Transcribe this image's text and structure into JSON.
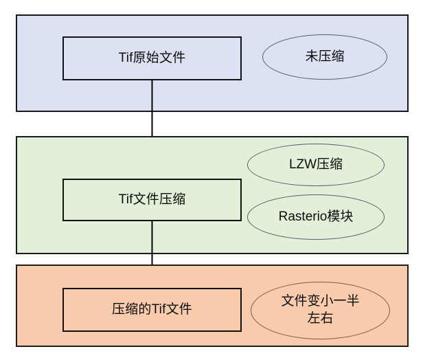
{
  "diagram": {
    "type": "flowchart",
    "orientation": "top-to-bottom",
    "background_color": "#ffffff",
    "groups": [
      {
        "id": "original",
        "fill_color": "#dce2f2",
        "border_color": "#16181d",
        "node": {
          "label": "Tif原始文件",
          "shape": "rectangle"
        },
        "annotations": [
          {
            "label": "未压缩",
            "shape": "ellipse"
          }
        ]
      },
      {
        "id": "compress",
        "fill_color": "#e2efd9",
        "border_color": "#17191c",
        "node": {
          "label": "Tif文件压缩",
          "shape": "rectangle"
        },
        "annotations": [
          {
            "label": "LZW压缩",
            "shape": "ellipse"
          },
          {
            "label": "Rasterio模块",
            "shape": "ellipse"
          }
        ]
      },
      {
        "id": "result",
        "fill_color": "#f8cbad",
        "border_color": "#221c18",
        "node": {
          "label": "压缩的Tif文件",
          "shape": "rectangle"
        },
        "annotations": [
          {
            "label": "文件变小一半\n左右",
            "shape": "ellipse",
            "line1": "文件变小一半",
            "line2": "左右"
          }
        ]
      }
    ],
    "connectors": [
      {
        "id": "arrow-original-to-compress",
        "from": "Tif原始文件",
        "to": "Tif文件压缩",
        "style": "solid-arrow-down",
        "color": "#000000"
      },
      {
        "id": "arrow-compress-to-result",
        "from": "Tif文件压缩",
        "to": "压缩的Tif文件",
        "style": "solid-arrow-down",
        "color": "#000000"
      }
    ]
  }
}
